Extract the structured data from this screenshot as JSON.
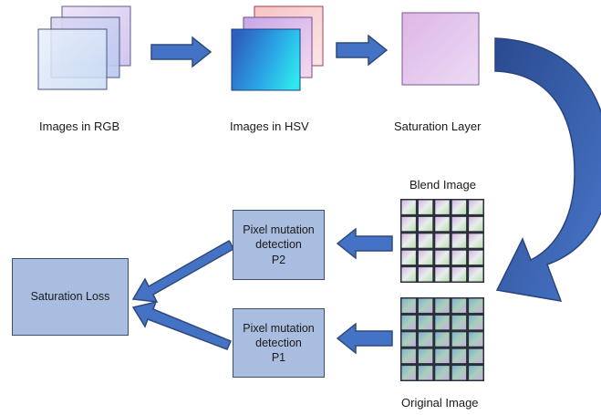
{
  "labels": {
    "images_rgb": "Images in RGB",
    "images_hsv": "Images in HSV",
    "saturation_layer": "Saturation Layer",
    "blend_image": "Blend Image",
    "original_image": "Original Image"
  },
  "boxes": {
    "saturation_loss": "Saturation Loss",
    "p2": {
      "line1": "Pixel mutation",
      "line2": "detection",
      "line3": "P2"
    },
    "p1": {
      "line1": "Pixel mutation",
      "line2": "detection",
      "line3": "P1"
    }
  },
  "colors": {
    "arrow_fill": "#4472c4",
    "arrow_stroke": "#2f4a7a",
    "box_fill": "#a9bde0",
    "curve_arrow": "#3a5ea8"
  }
}
